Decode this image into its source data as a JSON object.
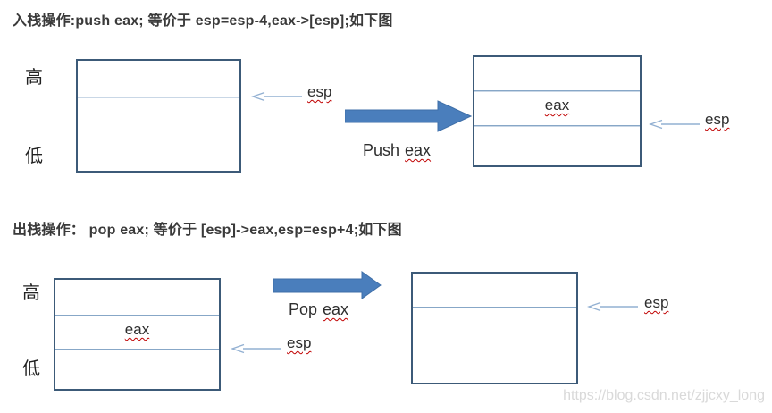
{
  "push_section": {
    "title": "入栈操作:push eax; 等价于 esp=esp-4,eax->[esp];如下图",
    "high_label": "高",
    "low_label": "低",
    "before_box": {
      "esp_label": "esp"
    },
    "transition": {
      "verb": "Push",
      "register": "eax"
    },
    "after_box": {
      "eax_label": "eax",
      "esp_label": "esp"
    }
  },
  "pop_section": {
    "title": "出栈操作： pop eax; 等价于 [esp]->eax,esp=esp+4;如下图",
    "high_label": "高",
    "low_label": "低",
    "before_box": {
      "eax_label": "eax",
      "esp_label": "esp"
    },
    "transition": {
      "verb": "Pop",
      "register": "eax"
    },
    "after_box": {
      "esp_label": "esp"
    }
  },
  "watermark": "https://blog.csdn.net/zjjcxy_long",
  "colors": {
    "box_border": "#3c5a78",
    "divider": "#87a7c7",
    "big_arrow_fill": "#4a7ebc",
    "big_arrow_stroke": "#3f6fa8",
    "esp_arrow": "#92b0d2",
    "squiggle": "#c00000",
    "watermark": "#d9d9d9"
  }
}
